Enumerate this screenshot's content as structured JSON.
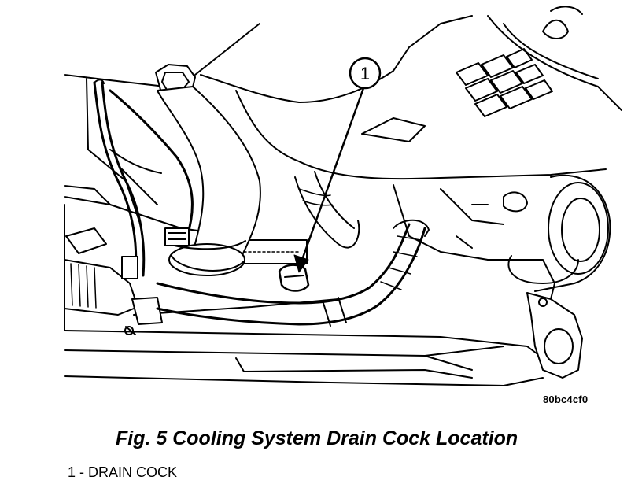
{
  "figure": {
    "callout": "1",
    "code": "80bc4cf0",
    "caption": "Fig. 5 Cooling System Drain Cock Location",
    "legend": "1 - DRAIN COCK"
  }
}
